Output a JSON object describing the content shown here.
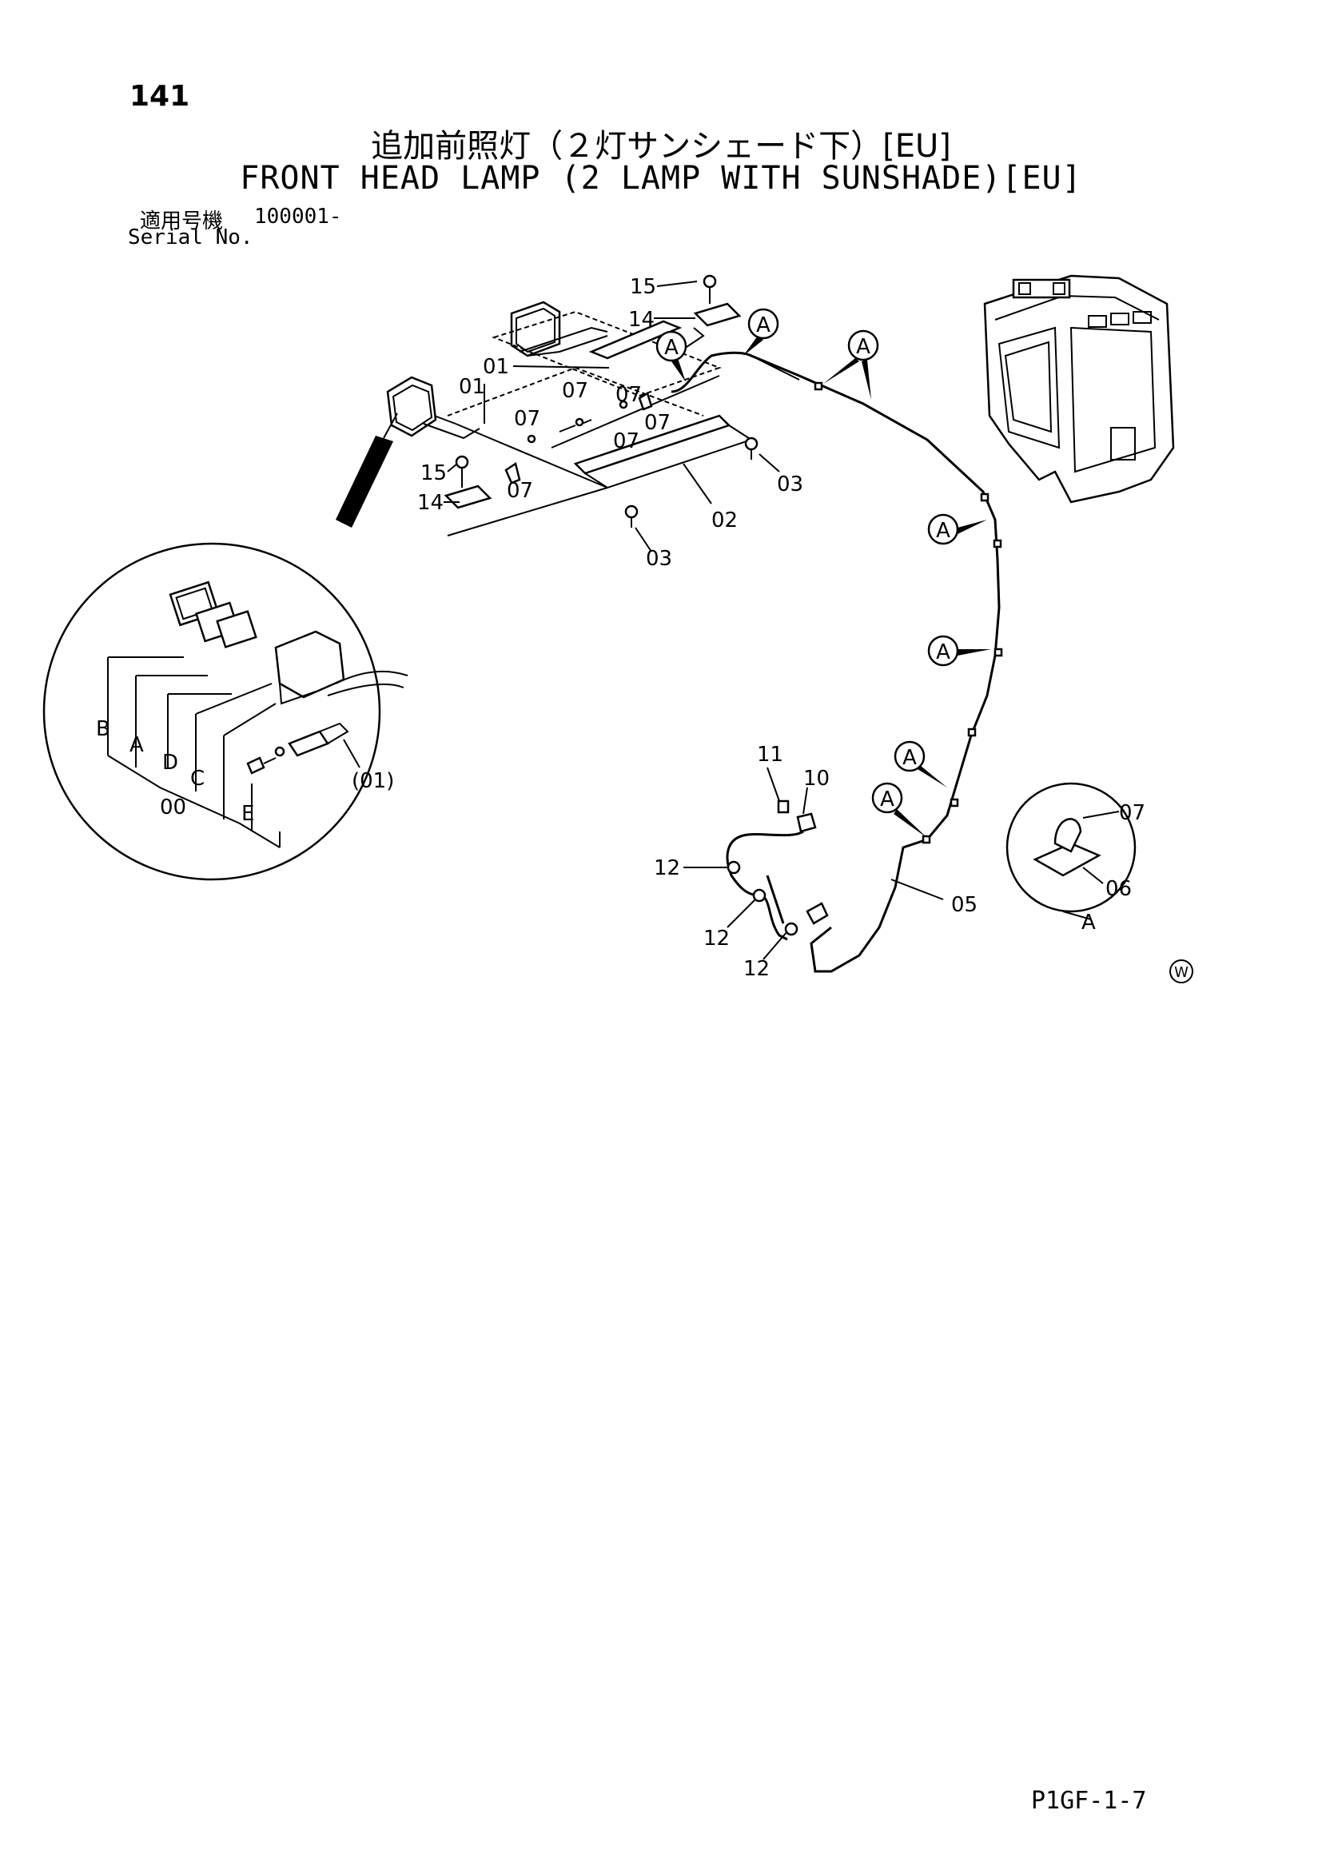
{
  "page": {
    "number": "141",
    "title_jp": "追加前照灯（２灯サンシェード下）[EU]",
    "title_en": "FRONT HEAD LAMP (2 LAMP WITH SUNSHADE)[EU]",
    "serial_label_jp": "適用号機",
    "serial_value": "100001-",
    "serial_label_en": "Serial No.",
    "footer_code": "P1GF-1-7"
  },
  "callouts": {
    "c15_top": "15",
    "c14_top": "14",
    "c01_a": "01",
    "c01_b": "01",
    "c07_a": "07",
    "c07_b": "07",
    "c07_c": "07",
    "c07_d": "07",
    "c07_e": "07",
    "c15_left": "15",
    "c14_left": "14",
    "c03_a": "03",
    "c03_b": "03",
    "c02": "02",
    "c11": "11",
    "c10": "10",
    "c12_a": "12",
    "c12_b": "12",
    "c12_c": "12",
    "c05": "05",
    "c07_detail": "07",
    "c06_detail": "06"
  },
  "detail_lamp": {
    "B": "B",
    "A": "A",
    "D": "D",
    "C": "C",
    "E": "E",
    "assy": "00",
    "bracket": "(01)"
  },
  "clamp_markers": [
    "A",
    "A",
    "A",
    "A",
    "A",
    "A",
    "A"
  ],
  "detail_clamp_label": "A",
  "region_mark": "W"
}
